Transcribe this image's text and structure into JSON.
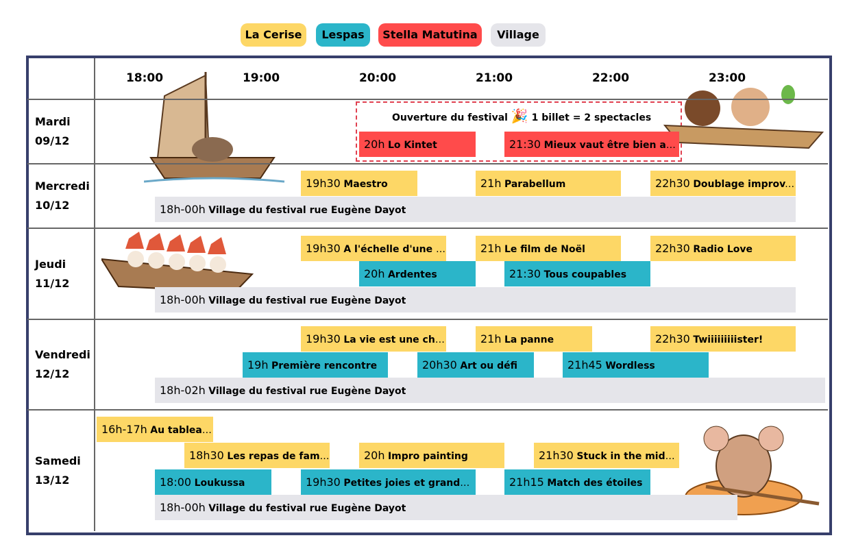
{
  "legend": [
    {
      "label": "La Cerise",
      "color": "#fdd766"
    },
    {
      "label": "Lespas",
      "color": "#2bb5c9"
    },
    {
      "label": "Stella Matutina",
      "color": "#ff4b4b"
    },
    {
      "label": "Village",
      "color": "#e5e5ea"
    }
  ],
  "hours": [
    "18:00",
    "19:00",
    "20:00",
    "21:00",
    "22:00",
    "23:00"
  ],
  "opening": {
    "title": "Ouverture du festival",
    "offer": "1 billet = 2 spectacles"
  },
  "days": [
    {
      "name": "Mardi",
      "date": "09/12",
      "events": [
        {
          "time": "20h",
          "title": "Lo Kintet",
          "venue": "Stella Matutina"
        },
        {
          "time": "21:30",
          "title": "Mieux vaut être bien ac...",
          "venue": "Stella Matutina"
        }
      ]
    },
    {
      "name": "Mercredi",
      "date": "10/12",
      "events": [
        {
          "time": "19h30",
          "title": "Maestro",
          "venue": "La Cerise"
        },
        {
          "time": "21h",
          "title": "Parabellum",
          "venue": "La Cerise"
        },
        {
          "time": "22h30",
          "title": "Doublage improv...",
          "venue": "La Cerise"
        },
        {
          "time": "18h-00h",
          "title": "Village du festival rue Eugène Dayot",
          "venue": "Village"
        }
      ]
    },
    {
      "name": "Jeudi",
      "date": "11/12",
      "events": [
        {
          "time": "19h30",
          "title": "A l'échelle d'une ...",
          "venue": "La Cerise"
        },
        {
          "time": "21h",
          "title": "Le film de Noël",
          "venue": "La Cerise"
        },
        {
          "time": "22h30",
          "title": "Radio Love",
          "venue": "La Cerise"
        },
        {
          "time": "20h",
          "title": "Ardentes",
          "venue": "Lespas"
        },
        {
          "time": "21:30",
          "title": "Tous coupables",
          "venue": "Lespas"
        },
        {
          "time": "18h-00h",
          "title": "Village du festival rue Eugène Dayot",
          "venue": "Village"
        }
      ]
    },
    {
      "name": "Vendredi",
      "date": "12/12",
      "events": [
        {
          "time": "19h30",
          "title": "La vie est une cha...",
          "venue": "La Cerise"
        },
        {
          "time": "21h",
          "title": "La panne",
          "venue": "La Cerise"
        },
        {
          "time": "22h30",
          "title": "Twiiiiiiiiister!",
          "venue": "La Cerise"
        },
        {
          "time": "19h",
          "title": "Première rencontre",
          "venue": "Lespas"
        },
        {
          "time": "20h30",
          "title": "Art ou défi",
          "venue": "Lespas"
        },
        {
          "time": "21h45",
          "title": "Wordless",
          "venue": "Lespas"
        },
        {
          "time": "18h-02h",
          "title": "Village du festival rue Eugène Dayot",
          "venue": "Village"
        }
      ]
    },
    {
      "name": "Samedi",
      "date": "13/12",
      "events": [
        {
          "time": "16h-17h",
          "title": "Au tableau!",
          "venue": "La Cerise"
        },
        {
          "time": "18h30",
          "title": "Les repas de famille",
          "venue": "La Cerise"
        },
        {
          "time": "20h",
          "title": "Impro painting",
          "venue": "La Cerise"
        },
        {
          "time": "21h30",
          "title": "Stuck in the middle",
          "venue": "La Cerise"
        },
        {
          "time": "18:00",
          "title": "Loukussa",
          "venue": "Lespas"
        },
        {
          "time": "19h30",
          "title": "Petites joies et grandes...",
          "venue": "Lespas"
        },
        {
          "time": "21h15",
          "title": "Match des étoiles",
          "venue": "Lespas"
        },
        {
          "time": "18h-00h",
          "title": "Village du festival rue Eugène Dayot",
          "venue": "Village"
        }
      ]
    }
  ]
}
